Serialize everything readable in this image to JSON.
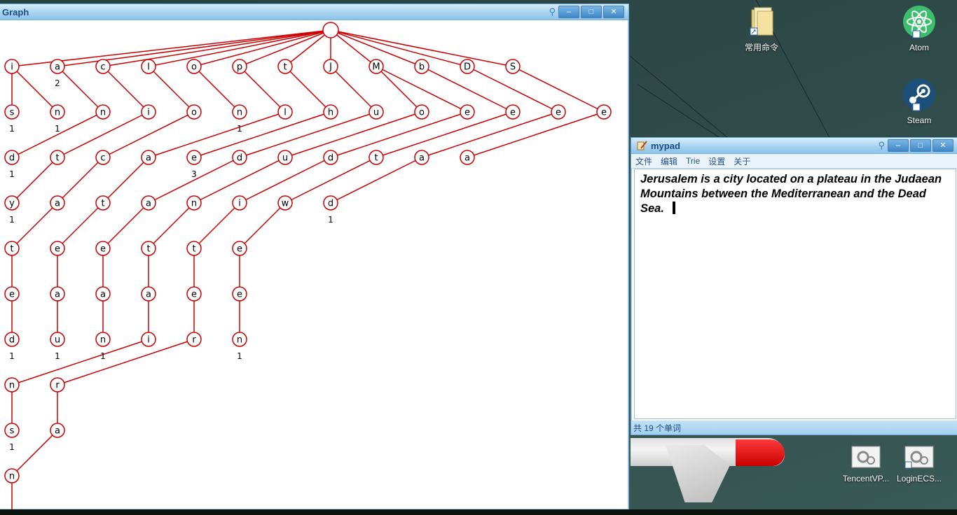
{
  "graph_window": {
    "title": "Graph",
    "controls": {
      "minimize": "–",
      "maximize": "□",
      "close": "✕"
    }
  },
  "mypad_window": {
    "title": "mypad",
    "menu": [
      "文件",
      "编辑",
      "Trie",
      "设置",
      "关于"
    ],
    "editor_text": "Jerusalem is a city located on a plateau in the Judaean Mountains between the Mediterranean and the Dead Sea.",
    "status": "共 19 个单词",
    "controls": {
      "minimize": "–",
      "maximize": "□",
      "close": "✕"
    }
  },
  "desktop_icons": [
    {
      "label": "常用命令",
      "icon": "folder-icon"
    },
    {
      "label": "Atom",
      "icon": "atom-icon"
    },
    {
      "label": "Steam",
      "icon": "steam-icon"
    },
    {
      "label": "TencentVP...",
      "icon": "gear-icon"
    },
    {
      "label": "LoginECS...",
      "icon": "gear-icon"
    }
  ],
  "trie": {
    "root": {
      "label": ""
    },
    "nodes": [
      {
        "id": "i",
        "label": "i",
        "count": ""
      },
      {
        "id": "a",
        "label": "a",
        "count": "2"
      },
      {
        "id": "c",
        "label": "c",
        "count": ""
      },
      {
        "id": "l",
        "label": "l",
        "count": ""
      },
      {
        "id": "o",
        "label": "o",
        "count": ""
      },
      {
        "id": "p",
        "label": "p",
        "count": ""
      },
      {
        "id": "t",
        "label": "t",
        "count": ""
      },
      {
        "id": "J",
        "label": "J",
        "count": ""
      },
      {
        "id": "M",
        "label": "M",
        "count": ""
      },
      {
        "id": "b",
        "label": "b",
        "count": ""
      },
      {
        "id": "D",
        "label": "D",
        "count": ""
      },
      {
        "id": "S",
        "label": "S",
        "count": ""
      },
      {
        "id": "is",
        "label": "s",
        "count": "1"
      },
      {
        "id": "in",
        "label": "n",
        "count": "1"
      },
      {
        "id": "an",
        "label": "n",
        "count": ""
      },
      {
        "id": "ci",
        "label": "i",
        "count": ""
      },
      {
        "id": "lo",
        "label": "o",
        "count": ""
      },
      {
        "id": "on",
        "label": "n",
        "count": "1"
      },
      {
        "id": "pl",
        "label": "l",
        "count": ""
      },
      {
        "id": "th",
        "label": "h",
        "count": ""
      },
      {
        "id": "Ju",
        "label": "u",
        "count": ""
      },
      {
        "id": "Mo",
        "label": "o",
        "count": ""
      },
      {
        "id": "Me",
        "label": "e",
        "count": ""
      },
      {
        "id": "be",
        "label": "e",
        "count": ""
      },
      {
        "id": "De",
        "label": "e",
        "count": ""
      },
      {
        "id": "Se",
        "label": "e",
        "count": ""
      },
      {
        "id": "and",
        "label": "d",
        "count": "1"
      },
      {
        "id": "cit",
        "label": "t",
        "count": ""
      },
      {
        "id": "loc",
        "label": "c",
        "count": ""
      },
      {
        "id": "pla",
        "label": "a",
        "count": ""
      },
      {
        "id": "the",
        "label": "e",
        "count": "3"
      },
      {
        "id": "Jud",
        "label": "d",
        "count": ""
      },
      {
        "id": "Mou",
        "label": "u",
        "count": ""
      },
      {
        "id": "Med",
        "label": "d",
        "count": ""
      },
      {
        "id": "bet",
        "label": "t",
        "count": ""
      },
      {
        "id": "Dea",
        "label": "a",
        "count": ""
      },
      {
        "id": "Sea",
        "label": "a",
        "count": ""
      },
      {
        "id": "city",
        "label": "y",
        "count": "1"
      },
      {
        "id": "loca",
        "label": "a",
        "count": ""
      },
      {
        "id": "plat",
        "label": "t",
        "count": ""
      },
      {
        "id": "Juda",
        "label": "a",
        "count": ""
      },
      {
        "id": "Moun",
        "label": "n",
        "count": ""
      },
      {
        "id": "Medi",
        "label": "i",
        "count": ""
      },
      {
        "id": "betw",
        "label": "w",
        "count": ""
      },
      {
        "id": "Dead",
        "label": "d",
        "count": "1"
      },
      {
        "id": "locat",
        "label": "t",
        "count": ""
      },
      {
        "id": "plate",
        "label": "e",
        "count": ""
      },
      {
        "id": "Judae",
        "label": "e",
        "count": ""
      },
      {
        "id": "Mount",
        "label": "t",
        "count": ""
      },
      {
        "id": "Medit",
        "label": "t",
        "count": ""
      },
      {
        "id": "betwe",
        "label": "e",
        "count": ""
      },
      {
        "id": "locate",
        "label": "e",
        "count": ""
      },
      {
        "id": "platea",
        "label": "a",
        "count": ""
      },
      {
        "id": "Judaea",
        "label": "a",
        "count": ""
      },
      {
        "id": "Mounta",
        "label": "a",
        "count": ""
      },
      {
        "id": "Medite",
        "label": "e",
        "count": ""
      },
      {
        "id": "betwee",
        "label": "e",
        "count": ""
      },
      {
        "id": "located",
        "label": "d",
        "count": "1"
      },
      {
        "id": "plateau",
        "label": "u",
        "count": "1"
      },
      {
        "id": "Judaean",
        "label": "n",
        "count": "1"
      },
      {
        "id": "Mountai",
        "label": "i",
        "count": ""
      },
      {
        "id": "Mediter",
        "label": "r",
        "count": ""
      },
      {
        "id": "between",
        "label": "n",
        "count": "1"
      },
      {
        "id": "Mountain",
        "label": "n",
        "count": ""
      },
      {
        "id": "Mediterr",
        "label": "r",
        "count": ""
      },
      {
        "id": "Mountains",
        "label": "s",
        "count": "1"
      },
      {
        "id": "Mediterra",
        "label": "a",
        "count": ""
      },
      {
        "id": "Mediterran",
        "label": "n",
        "count": ""
      }
    ],
    "edges": [
      [
        "root",
        "i"
      ],
      [
        "root",
        "a"
      ],
      [
        "root",
        "c"
      ],
      [
        "root",
        "l"
      ],
      [
        "root",
        "o"
      ],
      [
        "root",
        "p"
      ],
      [
        "root",
        "t"
      ],
      [
        "root",
        "J"
      ],
      [
        "root",
        "M"
      ],
      [
        "root",
        "b"
      ],
      [
        "root",
        "D"
      ],
      [
        "root",
        "S"
      ],
      [
        "i",
        "is"
      ],
      [
        "i",
        "in"
      ],
      [
        "a",
        "an"
      ],
      [
        "c",
        "ci"
      ],
      [
        "l",
        "lo"
      ],
      [
        "o",
        "on"
      ],
      [
        "p",
        "pl"
      ],
      [
        "t",
        "th"
      ],
      [
        "J",
        "Ju"
      ],
      [
        "M",
        "Mo"
      ],
      [
        "M",
        "Me"
      ],
      [
        "b",
        "be"
      ],
      [
        "D",
        "De"
      ],
      [
        "S",
        "Se"
      ],
      [
        "an",
        "and"
      ],
      [
        "ci",
        "cit"
      ],
      [
        "lo",
        "loc"
      ],
      [
        "pl",
        "pla"
      ],
      [
        "th",
        "the"
      ],
      [
        "Ju",
        "Jud"
      ],
      [
        "Mo",
        "Mou"
      ],
      [
        "Me",
        "Med"
      ],
      [
        "be",
        "bet"
      ],
      [
        "De",
        "Dea"
      ],
      [
        "Se",
        "Sea"
      ],
      [
        "cit",
        "city"
      ],
      [
        "loc",
        "loca"
      ],
      [
        "pla",
        "plat"
      ],
      [
        "Jud",
        "Juda"
      ],
      [
        "Mou",
        "Moun"
      ],
      [
        "Med",
        "Medi"
      ],
      [
        "bet",
        "betw"
      ],
      [
        "Dea",
        "Dead"
      ],
      [
        "loca",
        "locat"
      ],
      [
        "plat",
        "plate"
      ],
      [
        "Juda",
        "Judae"
      ],
      [
        "Moun",
        "Mount"
      ],
      [
        "Medi",
        "Medit"
      ],
      [
        "betw",
        "betwe"
      ],
      [
        "locat",
        "locate"
      ],
      [
        "plate",
        "platea"
      ],
      [
        "Judae",
        "Judaea"
      ],
      [
        "Mount",
        "Mounta"
      ],
      [
        "Medit",
        "Medite"
      ],
      [
        "betwe",
        "betwee"
      ],
      [
        "locate",
        "located"
      ],
      [
        "platea",
        "plateau"
      ],
      [
        "Judaea",
        "Judaean"
      ],
      [
        "Mounta",
        "Mountai"
      ],
      [
        "Medite",
        "Mediter"
      ],
      [
        "betwee",
        "between"
      ],
      [
        "Mountai",
        "Mountain"
      ],
      [
        "Mediter",
        "Mediterr"
      ],
      [
        "Mountain",
        "Mountains"
      ],
      [
        "Mediterr",
        "Mediterra"
      ],
      [
        "Mediterra",
        "Mediterran"
      ]
    ],
    "colors": {
      "stroke": "#cc0000",
      "text": "#000000",
      "fill": "#ffffff"
    }
  }
}
